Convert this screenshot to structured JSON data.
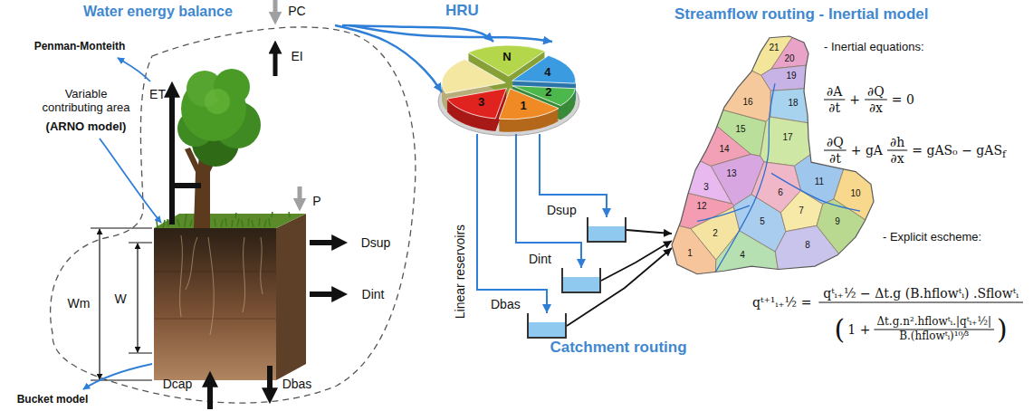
{
  "diagram": {
    "nodes": [
      {
        "text": [
          "Water energy balance"
        ]
      },
      {
        "text": [
          "HRU"
        ]
      },
      {
        "text": [
          "Dsup"
        ]
      },
      {
        "text": [
          "Dint"
        ]
      },
      {
        "text": [
          "Dbas"
        ]
      },
      {
        "text": [
          "Streamflow routing - Inertial model"
        ]
      }
    ],
    "edges": [
      {
        "from": 0,
        "to": 1,
        "arrow": "to"
      },
      {
        "from": 0,
        "to": 1,
        "arrow": "to"
      },
      {
        "from": 0,
        "to": 1,
        "arrow": "to"
      },
      {
        "from": 1,
        "to": 2,
        "arrow": "to"
      },
      {
        "from": 1,
        "to": 3,
        "arrow": "to"
      },
      {
        "from": 1,
        "to": 4,
        "arrow": "to"
      },
      {
        "from": 2,
        "to": 5,
        "arrow": "to"
      },
      {
        "from": 3,
        "to": 5,
        "arrow": "to"
      },
      {
        "from": 4,
        "to": 5,
        "arrow": "to"
      }
    ],
    "labels": [
      "Penman-Monteith",
      "ET",
      "PC",
      "EI",
      "P",
      "Variable contributing area",
      "(ARNO model)",
      "Wm",
      "W",
      "Dsup",
      "Dint",
      "Dcap",
      "Dbas",
      "Bucket model",
      "N",
      "4",
      "2",
      "1",
      "3",
      "Linear reservoirs",
      "Catchment routing",
      "21",
      "20",
      "19",
      "18",
      "16",
      "15",
      "14",
      "17",
      "11",
      "10",
      "13",
      "12",
      "3",
      "2",
      "1",
      "4",
      "5",
      "6",
      "7",
      "8",
      "9",
      "- Inertial equations:",
      "∂A",
      "∂t",
      "+",
      "∂Q",
      "∂x",
      "= 0",
      "∂Q",
      "∂t",
      "+ gA",
      "∂h",
      "∂x",
      "= gAS₀ − gAS",
      "f",
      "- Explicit escheme:",
      "qᵗ⁺¹ᵢ₊½ =",
      "qᵗᵢ₊½ − Δt.g (B.hflowᵗᵢ) .Sflowᵗᵢ",
      "(",
      "1 +",
      "Δt.g.n².hflowᵗᵢ.|qᵗᵢ₊½|",
      "B.(hflowᵗᵢ)¹⁰⁄³",
      ")"
    ]
  }
}
